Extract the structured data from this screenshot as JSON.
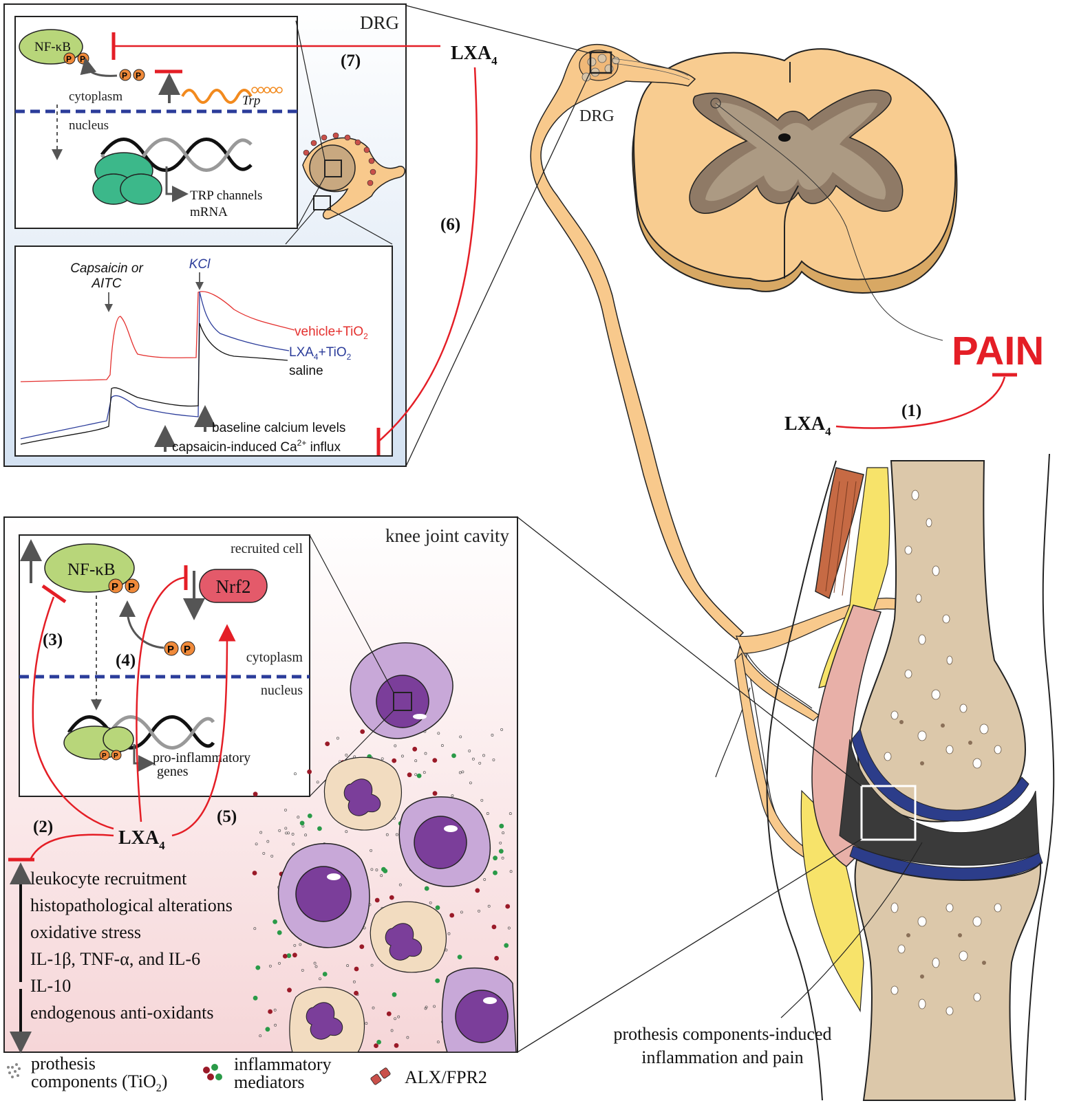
{
  "drg_panel": {
    "title": "DRG",
    "top_inset": {
      "nfkb": "NF-κB",
      "p": "P",
      "trp": "Trp",
      "cytoplasm": "cytoplasm",
      "nucleus": "nucleus",
      "trp_mrna_line1": "TRP channels",
      "trp_mrna_line2": "mRNA"
    },
    "calcium_inset": {
      "capsaicin_line1": "Capsaicin or",
      "capsaicin_line2": "AITC",
      "kcl": "KCl",
      "vehicle": "vehicle+TiO",
      "vehicle_sub": "2",
      "lxa4_main": "LXA",
      "lxa4_sub": "4",
      "lxa4_tail": "+TiO",
      "lxa4_tail_sub": "2",
      "saline": "saline",
      "baseline": "baseline calcium levels",
      "capsaicin_influx": "capsaicin-induced Ca",
      "capsaicin_influx_sup": "2+",
      "capsaicin_influx_tail": " influx"
    }
  },
  "drg_label": "DRG",
  "lxa4_main": "LXA",
  "lxa4_sub": "4",
  "step_labels": {
    "s1": "(1)",
    "s2": "(2)",
    "s3": "(3)",
    "s4": "(4)",
    "s5": "(5)",
    "s6": "(6)",
    "s7": "(7)"
  },
  "pain": "PAIN",
  "knee_panel": {
    "title": "knee joint cavity",
    "recruited_cell": "recruited cell",
    "nfkb": "NF-κB",
    "nrf2": "Nrf2",
    "p": "P",
    "cytoplasm": "cytoplasm",
    "nucleus": "nucleus",
    "genes_line1": "pro-inflammatory",
    "genes_line2": "genes",
    "effects_up": [
      "leukocyte recruitment",
      "histopathological alterations",
      "oxidative stress",
      "IL-1β, TNF-α, and IL-6"
    ],
    "effects_down": [
      "IL-10",
      "endogenous anti-oxidants"
    ]
  },
  "legend": {
    "tio2_line1": "prothesis",
    "tio2_line2": "components (TiO",
    "tio2_sub": "2",
    "tio2_close": ")",
    "mediators_line1": "inflammatory",
    "mediators_line2": "mediators",
    "receptor": "ALX/FPR2"
  },
  "caption_line1": "prothesis components-induced",
  "caption_line2": "inflammation and pain",
  "colors": {
    "red": "#e41e26",
    "nerve": "#f8c98c",
    "panel_drg_bg": "#dde8f4",
    "panel_knee_bg": "#f8dede",
    "nfkb_green": "#b8d67a",
    "nrf2_red": "#e45a6a",
    "dna_green": "#3cb88a",
    "dash_blue": "#2b3c9a",
    "cell_purple": "#7b3e9a"
  }
}
